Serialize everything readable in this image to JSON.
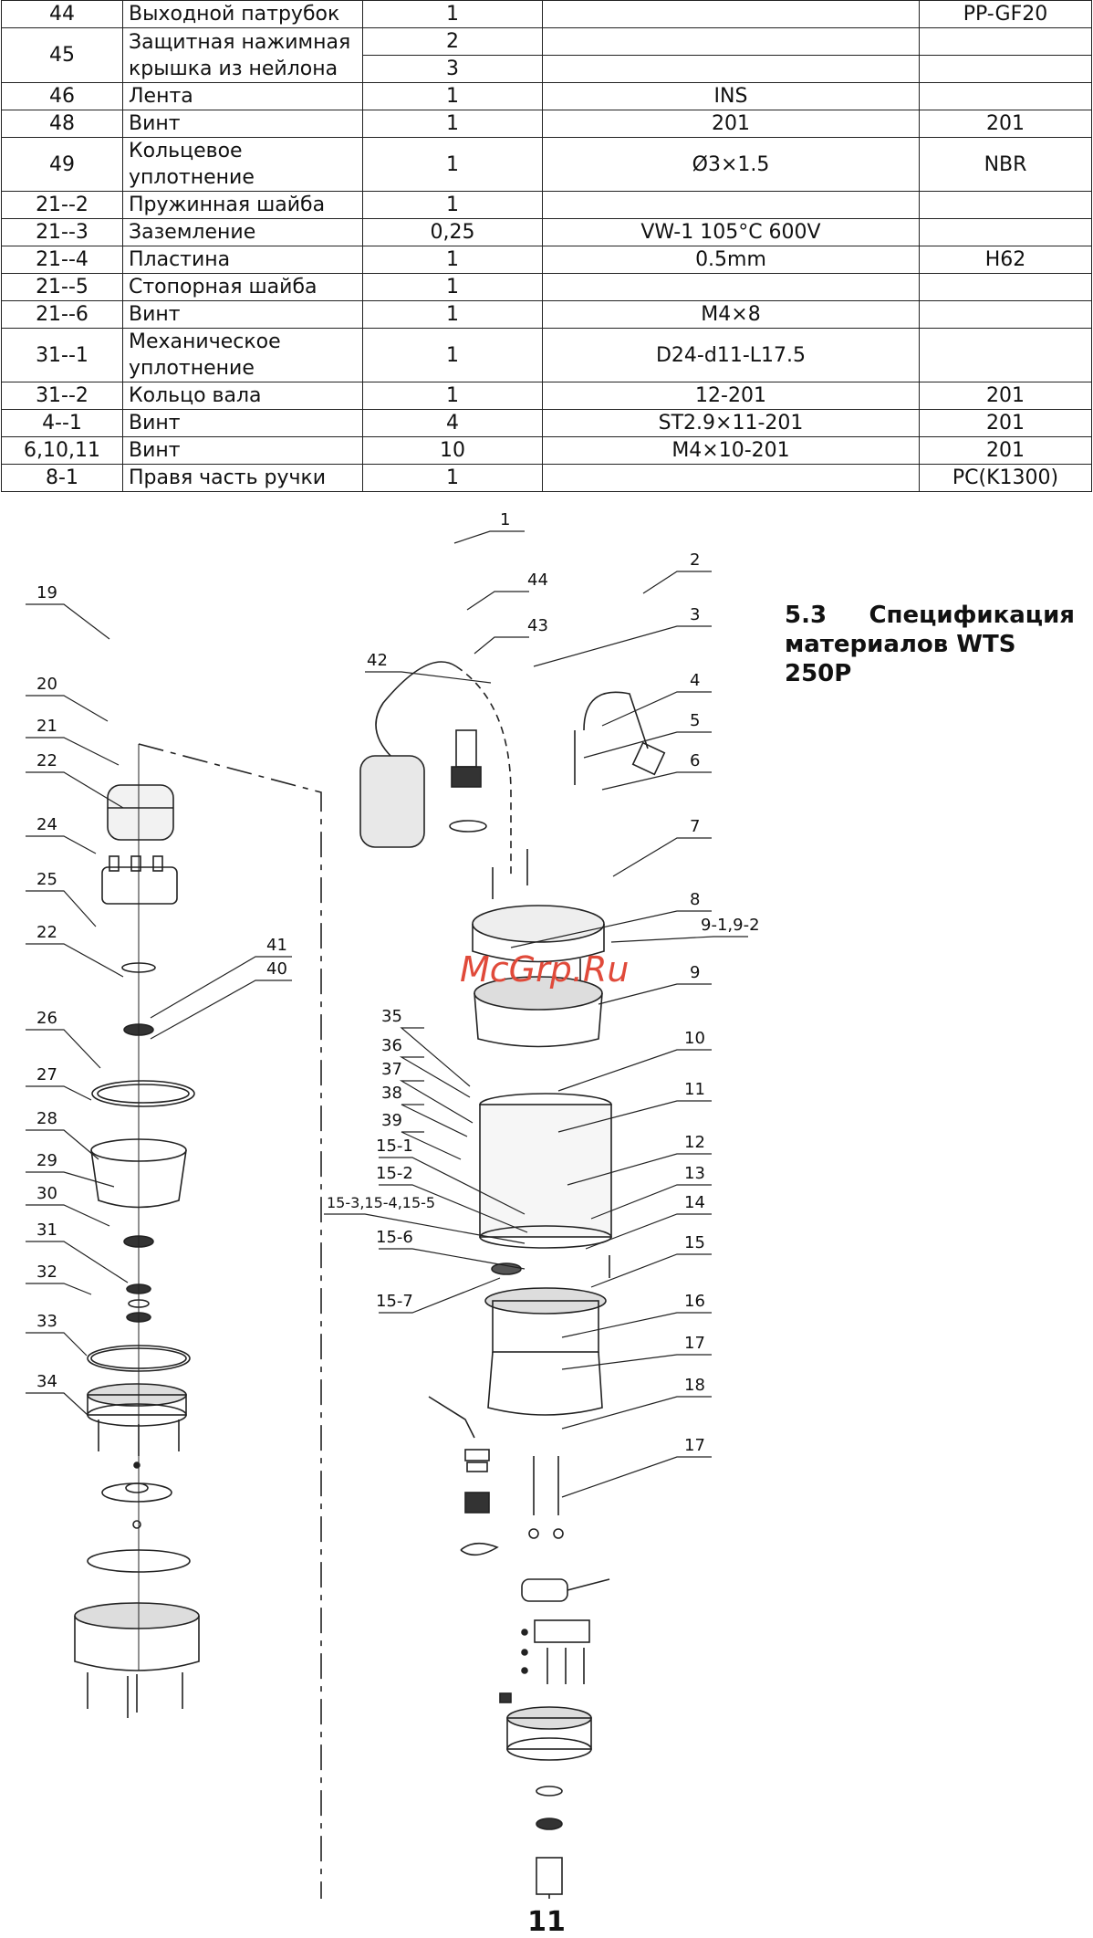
{
  "table": {
    "rows": [
      {
        "no": "44",
        "name": "Выходной патрубок",
        "qty": "1",
        "spec": "",
        "mat": "PP-GF20"
      },
      {
        "no": "45",
        "name": "Защитная нажимная крышка из нейлона",
        "qty1": "2",
        "qty2": "3",
        "spec": "",
        "mat": ""
      },
      {
        "no": "46",
        "name": "Лента",
        "qty": "1",
        "spec": "INS",
        "mat": ""
      },
      {
        "no": "48",
        "name": "Винт",
        "qty": "1",
        "spec": "201",
        "mat": "201"
      },
      {
        "no": "49",
        "name": "Кольцевое уплотнение",
        "qty": "1",
        "spec": "Ø3×1.5",
        "mat": "NBR"
      },
      {
        "no": "21--2",
        "name": "Пружинная шайба",
        "qty": "1",
        "spec": "",
        "mat": ""
      },
      {
        "no": "21--3",
        "name": "Заземление",
        "qty": "0,25",
        "spec": "VW-1 105°C 600V",
        "mat": ""
      },
      {
        "no": "21--4",
        "name": "Пластина",
        "qty": "1",
        "spec": "0.5mm",
        "mat": "H62"
      },
      {
        "no": "21--5",
        "name": "Стопорная шайба",
        "qty": "1",
        "spec": "",
        "mat": ""
      },
      {
        "no": "21--6",
        "name": "Винт",
        "qty": "1",
        "spec": "M4×8",
        "mat": ""
      },
      {
        "no": "31--1",
        "name": "Механическое уплотнение",
        "qty": "1",
        "spec": "D24-d11-L17.5",
        "mat": ""
      },
      {
        "no": "31--2",
        "name": "Кольцо вала",
        "qty": "1",
        "spec": "12-201",
        "mat": "201"
      },
      {
        "no": "4--1",
        "name": "Винт",
        "qty": "4",
        "spec": "ST2.9×11-201",
        "mat": "201"
      },
      {
        "no": "6,10,11",
        "name": "Винт",
        "qty": "10",
        "spec": "M4×10-201",
        "mat": "201"
      },
      {
        "no": "8-1",
        "name": "Правя часть ручки",
        "qty": "1",
        "spec": "",
        "mat": "PC(K1300)"
      }
    ]
  },
  "section": {
    "number": "5.3",
    "title_word": "Спецификация",
    "title_line2": "материалов WTS 250P"
  },
  "watermark": "McGrp.Ru",
  "diagram": {
    "callouts_left": [
      "19",
      "20",
      "21",
      "22",
      "24",
      "25",
      "22",
      "41",
      "40",
      "26",
      "27",
      "28",
      "29",
      "30",
      "31",
      "32",
      "33",
      "34"
    ],
    "callouts_right": [
      "1",
      "44",
      "43",
      "2",
      "3",
      "42",
      "4",
      "5",
      "6",
      "7",
      "8",
      "9-1,9-2",
      "9",
      "35",
      "36",
      "37",
      "38",
      "39",
      "10",
      "11",
      "12",
      "15-1",
      "15-2",
      "13",
      "15-3,15-4,15-5",
      "14",
      "15-6",
      "15",
      "15-7",
      "16",
      "17",
      "18",
      "17"
    ]
  },
  "page_number": "11"
}
